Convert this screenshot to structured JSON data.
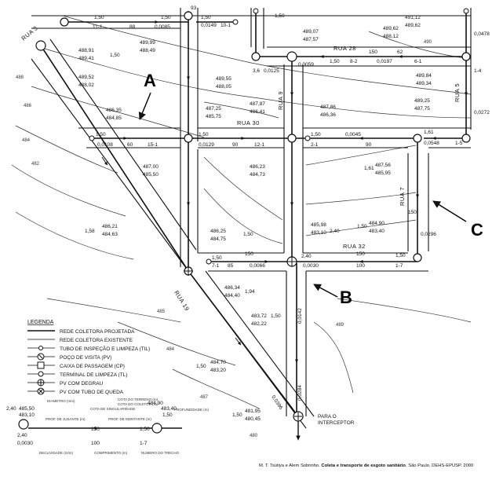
{
  "callouts": {
    "a": "A",
    "b": "B",
    "c": "C"
  },
  "streets": {
    "rua28": "RUA 28",
    "rua30": "RUA 30",
    "rua32": "RUA 32",
    "rua19": "RUA 19",
    "rua7": "RUA 7",
    "rua5": "RUA 5",
    "rua9": "RUA 9",
    "rua3": "RUA 3"
  },
  "legend": {
    "title": "LEGENDA",
    "items": [
      "REDE COLETORA PROJETADA",
      "REDE COLETORA EXISTENTE",
      "TUBO DE INSPEÇÃO E LIMPEZA (TIL)",
      "POÇO DE VISITA (PV)",
      "CAIXA DE PASSAGEM (CP)",
      "TERMINAL DE LIMPEZA (TL)",
      "PV COM DEGRAU",
      "PV COM TUBO DE QUEDA"
    ]
  },
  "outlet_label": [
    "PARA O",
    "INTERCEPTOR"
  ],
  "detail": {
    "left_values": [
      "2,40",
      "485,50",
      "483,10"
    ],
    "top_labels": [
      "DIAMETRO (mm)",
      "COTA DE SINGULARIDADE",
      "COTA DO TERRENO (m)",
      "COTA DO COLETOR (m)",
      "PROFUNDIDADE (m)"
    ],
    "mid_labels": [
      "PROF. DE JUSANTE (m)",
      "PROF. DE MONTANTE (m)"
    ],
    "right_values": [
      "484,90",
      "483,40",
      "1,50"
    ],
    "bottom_left": [
      "2,40",
      "0,0030",
      "150",
      "100"
    ],
    "bottom_right": [
      "1,50",
      "1-7"
    ],
    "bottom_labels": [
      "DECLIVIDADE (m/m)",
      "COMPRIMENTO (m)",
      "NUMERO DO TRECHO"
    ]
  },
  "credit": {
    "lead": "M. T. Tsutiya e Alem Sobrinho.",
    "title": "Coleta e transporte de esgoto sanitário",
    "tail": ". São Paulo. DEHS-EPUSP. 2000"
  },
  "map_values": {
    "v01": "1,50",
    "v02": "1,50",
    "v03": "88",
    "v04": "0,0085",
    "v05": "11-1",
    "v06": "1,50",
    "v07": "0,0149",
    "v08": "93",
    "v09": "10-1",
    "v10": "1,50",
    "v11": "491,12",
    "v12": "489,62",
    "v13": "488,91",
    "v14": "489,41",
    "v15": "489,99",
    "v16": "488,49",
    "v17": "1,50",
    "v18": "489,62",
    "v19": "488,12",
    "v20": "489,07",
    "v21": "487,57",
    "v22": "1,50",
    "v23": "150",
    "v24": "0,0197",
    "v25": "62",
    "v26": "6-1",
    "v27": "8-2",
    "v28": "3,6",
    "v29": "0,0125",
    "v30": "0,0059",
    "v31": "489,52",
    "v32": "488,02",
    "v33": "489,55",
    "v34": "488,05",
    "v35": "489,84",
    "v36": "489,34",
    "v37": "0,0478",
    "v38": "1-4",
    "v39": "486,35",
    "v40": "484,85",
    "v41": "487,25",
    "v42": "485,75",
    "v43": "487,87",
    "v44": "486,41",
    "v45": "487,86",
    "v46": "486,36",
    "v47": "489,25",
    "v48": "487,75",
    "v49": "0,0272",
    "v50": "1,50",
    "v51": "0,0108",
    "v52": "60",
    "v53": "15-1",
    "v54": "1,50",
    "v55": "0,0129",
    "v56": "90",
    "v57": "12-1",
    "v58": "1,50",
    "v59": "0,0045",
    "v60": "90",
    "v61": "2-1",
    "v62": "1,61",
    "v63": "0,0548",
    "v64": "1-5",
    "v65": "487,00",
    "v66": "485,50",
    "v67": "486,23",
    "v68": "484,73",
    "v69": "487,56",
    "v70": "485,95",
    "v71": "1,61",
    "v72": "486,21",
    "v73": "484,63",
    "v74": "1,58",
    "v75": "485,98",
    "v76": "483,10",
    "v77": "2,40",
    "v78": "484,90",
    "v79": "483,40",
    "v80": "1,50",
    "v81": "486,25",
    "v82": "484,75",
    "v83": "1,50",
    "v84": "1,50",
    "v85": "150",
    "v86": "0,0066",
    "v87": "85",
    "v88": "7-1",
    "v89": "2,40",
    "v90": "150",
    "v91": "0,0030",
    "v92": "100",
    "v93": "1-7",
    "v94": "1,50",
    "v95": "0,0296",
    "v96": "150",
    "v97": "486,34",
    "v98": "484,40",
    "v99": "1,94",
    "v100": "483,72",
    "v101": "482,22",
    "v102": "1,50",
    "v103": "484,70",
    "v104": "483,20",
    "v105": "1,50",
    "v106": "481,95",
    "v107": "480,45",
    "v108": "1,50",
    "v109": "0,0142",
    "v110": "0,0284",
    "v111": "0,0396",
    "v112": "488",
    "v113": "486",
    "v114": "484",
    "v115": "482",
    "v116": "485",
    "v117": "489",
    "v118": "490",
    "v119": "487",
    "v120": "480"
  }
}
